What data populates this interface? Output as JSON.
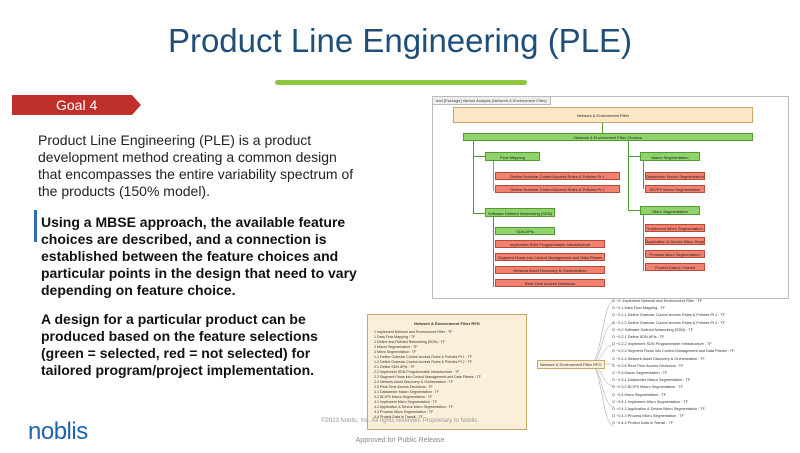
{
  "slide": {
    "title": "Product Line Engineering (PLE)",
    "goal_label": "Goal 4",
    "intro": "Product Line Engineering (PLE) is a product development method creating a common design that encompasses the entire variability spectrum of the products (150% model).",
    "para1": "Using a MBSE approach, the available feature choices are described, and a connection is established between the feature choices and particular points in the design that need to vary depending on feature choice.",
    "para2": "A design for a particular product can be produced based on the feature selections (green = selected, red = not selected) for tailored program/project implementation.",
    "logo": "noblis",
    "copyright": "©2023 Noblis, Inc. All rights reserved. Proprietary to Noblis.",
    "release": "Approved for Public Release"
  },
  "colors": {
    "title": "#1f4e79",
    "accent_bar": "#8dc63f",
    "goal_tab": "#c0302b",
    "selected": "#8fd36a",
    "not_selected": "#f2826f",
    "root": "#fbe7c6"
  },
  "diagram": {
    "tab": "bdd [Package] Variant Analysis (Network & Environment Filter)",
    "root": "Network & Environment Filter",
    "l1": "Network & Environment Filter Choices",
    "left_a": "Flow Mapping",
    "left_a_children": [
      "Define Granular Control Access Rules & Policies Pt 1",
      "Define Granular Control Access Rules & Policies Pt 2"
    ],
    "left_b": "Software Defined Networking (SDN)",
    "left_b_children": [
      "SDN APIs",
      "Implement SDN Programmable Infrastructure",
      "Segment Flows into Control Management and Data Planes",
      "Network Asset Discovery & Orchestration",
      "Real-Time Access Decisions"
    ],
    "right_a": "Macro Segmentation",
    "right_a_children": [
      "Datacenter Macro Segmentation",
      "BC/PS Macro Segmentation"
    ],
    "right_b": "Micro Segmentation",
    "right_b_children": [
      "Implement Micro Segmentation",
      "Application & Device Micro Segmentation",
      "Process Micro Segmentation",
      "Protect Data in Transit"
    ]
  },
  "tree": {
    "title": "Network & Environment Filter RFG",
    "items": [
      "1 Implement Network and Environment Filter : TF",
      "1 Data Flow Mapping : TF",
      "1 Define and Refined Networking (SDN) : TF",
      "2 Macro Segmentation : TF",
      "3 Micro Segmentation : TF",
      "1.1 Define Granular Control Access Rules & Policies Pt 1 : TF",
      "1.2 Define Granular Control Access Rules & Policies Pt 2 : TF",
      "2.1 Define SDN APIs : TF",
      "2.2 Implement SDN Programmable Infrastructure : TF",
      "2.3 Segment Flows into Control Management and Data Planes : TF",
      "2.4 Network Asset Discovery & Orchestration : TF",
      "2.5 Real-Time Access Decisions : TF",
      "3.1 Datacenter Macro Segmentation : TF",
      "3.2 BC/PS Macro Segmentation : TF",
      "4.1 Implement Micro Segmentation : TF",
      "4.2 Application & Device Micro Segmentation : TF",
      "4.3 Process Micro Segmentation : TF",
      "4.4 Protect Data in Transit : TF"
    ]
  },
  "mindmap": {
    "center": "Network & Environment Filter RFG",
    "items": [
      "O ~0. Implement Network and Environment Filter : TF",
      "O ~0.1 Data Flow Mapping : TF",
      "O ~0.1.1 Define Granular Control Access Rules & Policies Pt 1 : TF",
      "O ~0.1.2 Define Granular Control Access Rules & Policies Pt 2 : TF",
      "O ~0.2 Software Defined Networking (SDN) : TF",
      "O ~0.2.1 Define SDN APIs : TF",
      "O ~0.2.2 Implement SDN Programmable Infrastructure : TF",
      "O ~0.2.3 Segment Flows into Control Management and Data Planes : TF",
      "O ~0.2.4 Network Asset Discovery & Orchestration : TF",
      "O ~0.2.5 Real-Time Access Decisions : TF",
      "O ~0.3 Macro Segmentation : TF",
      "O ~0.3.1 Datacenter Macro Segmentation : TF",
      "O ~0.3.2 BC/PS Macro Segmentation : TF",
      "O ~0.4 Micro Segmentation : TF",
      "O ~0.4.1 Implement Micro Segmentation : TF",
      "O ~0.4.2 Application & Device Micro Segmentation : TF",
      "O ~0.4.3 Process Micro Segmentation : TF",
      "O ~0.4.4 Protect Data in Transit : TF"
    ]
  }
}
